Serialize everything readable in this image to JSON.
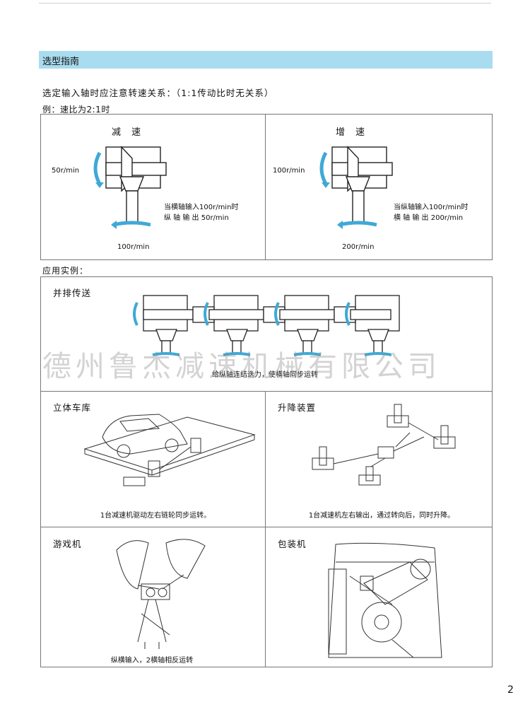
{
  "section": {
    "title": "选型指南"
  },
  "intro": "选定输入轴时应注意转速关系：（1:1传动比时无关系）",
  "example": "例：速比为2:1时",
  "reduction": {
    "title": "减　速",
    "left_speed": "50r/min",
    "bottom_speed": "100r/min",
    "note_line1": "当横轴输入100r/min时",
    "note_line2": "纵 轴 输 出 50r/min"
  },
  "increase": {
    "title": "增　速",
    "left_speed": "100r/min",
    "bottom_speed": "200r/min",
    "note_line1": "当纵轴输入100r/min时",
    "note_line2": "横 轴 输 出 200r/min"
  },
  "applications_title": "应用实例：",
  "parallel": {
    "title": "并排传送",
    "caption": "给纵轴连结迭力，使横轴同步运转"
  },
  "garage": {
    "title": "立体车库",
    "caption": "1台减速机驱动左右链轮同步运转。"
  },
  "lifting": {
    "title": "升降装置",
    "caption": "1台减速机左右输出，通过转向后，同时升降。"
  },
  "amusement": {
    "title": "游戏机",
    "caption": "纵横输入，2横轴相反运转"
  },
  "packaging": {
    "title": "包装机"
  },
  "watermark": "德州鲁杰减速机械有限公司",
  "page_number": "2",
  "colors": {
    "header_bar": "#a9dcef",
    "arrow_blue": "#3fa9d6"
  }
}
